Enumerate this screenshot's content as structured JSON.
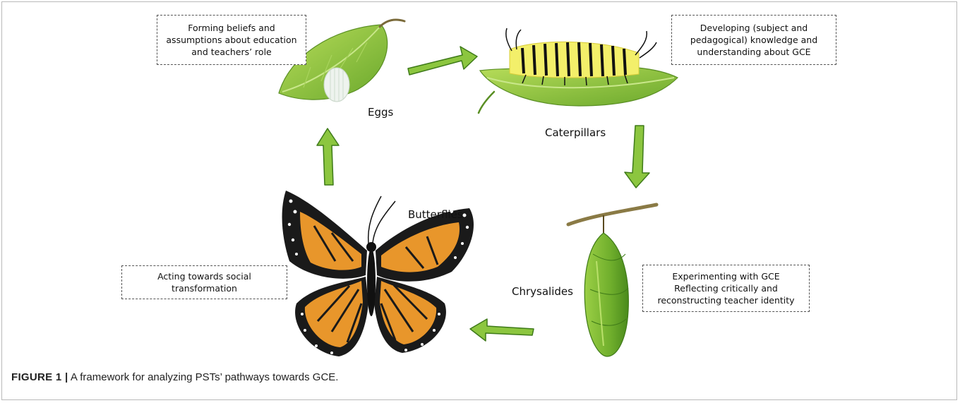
{
  "stages": {
    "eggs": "Eggs",
    "caterpillars": "Caterpillars",
    "chrysalides": "Chrysalides",
    "butterflies": "Butterflies"
  },
  "boxes": {
    "eggs": [
      "Forming beliefs and",
      "assumptions about education",
      "and teachers’ role"
    ],
    "caterpillars": [
      "Developing (subject and",
      "pedagogical) knowledge and",
      "understanding about GCE"
    ],
    "chrysalides": [
      "Experimenting with GCE",
      "Reflecting critically and",
      "reconstructing teacher identity"
    ],
    "butterflies": [
      "Acting towards social",
      "transformation"
    ]
  },
  "caption": {
    "label": "FIGURE 1 |",
    "text": " A framework for analyzing PSTs’ pathways towards GCE."
  },
  "colors": {
    "arrow_green": "#8cc63f",
    "arrow_outline": "#3e7a19",
    "leaf_green": "#8cc43c",
    "butterfly_orange": "#e8962b",
    "butterfly_black": "#1a1a1a"
  }
}
